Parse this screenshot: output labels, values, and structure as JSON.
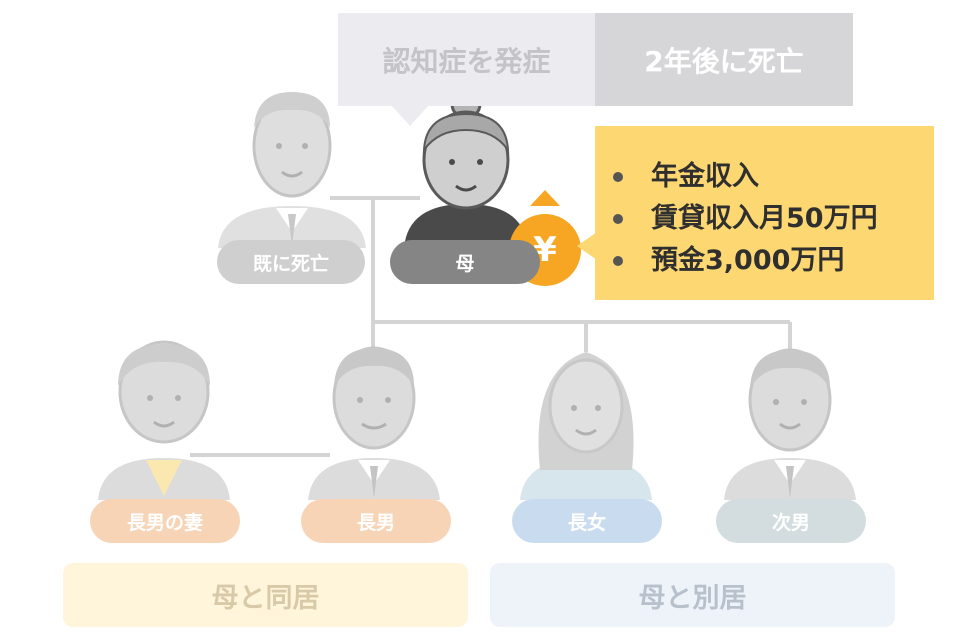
{
  "callout": {
    "dementia_text": "認知症を発症",
    "death_text": "2年後に死亡"
  },
  "assets": {
    "items": [
      "年金収入",
      "賃貸収入月50万円",
      "預金3,000万円"
    ],
    "coin_symbol": "¥"
  },
  "people": {
    "father": {
      "label": "既に死亡"
    },
    "mother": {
      "label": "母"
    },
    "eldest_son_wife": {
      "label": "長男の妻"
    },
    "eldest_son": {
      "label": "長男"
    },
    "eldest_daughter": {
      "label": "長女"
    },
    "second_son": {
      "label": "次男"
    }
  },
  "groups": {
    "living_with": "母と同居",
    "living_apart": "母と別居"
  },
  "colors": {
    "asset_box": "#fdd771",
    "coin": "#f6a623",
    "pill_gray": "#cfcfcf",
    "pill_dark": "#858585",
    "pill_peach": "#f7d4b6",
    "pill_blue": "#c9dcef",
    "pill_slate": "#d3dde0",
    "group_yellow": "#fff5da",
    "group_blue": "#eef2f9"
  }
}
